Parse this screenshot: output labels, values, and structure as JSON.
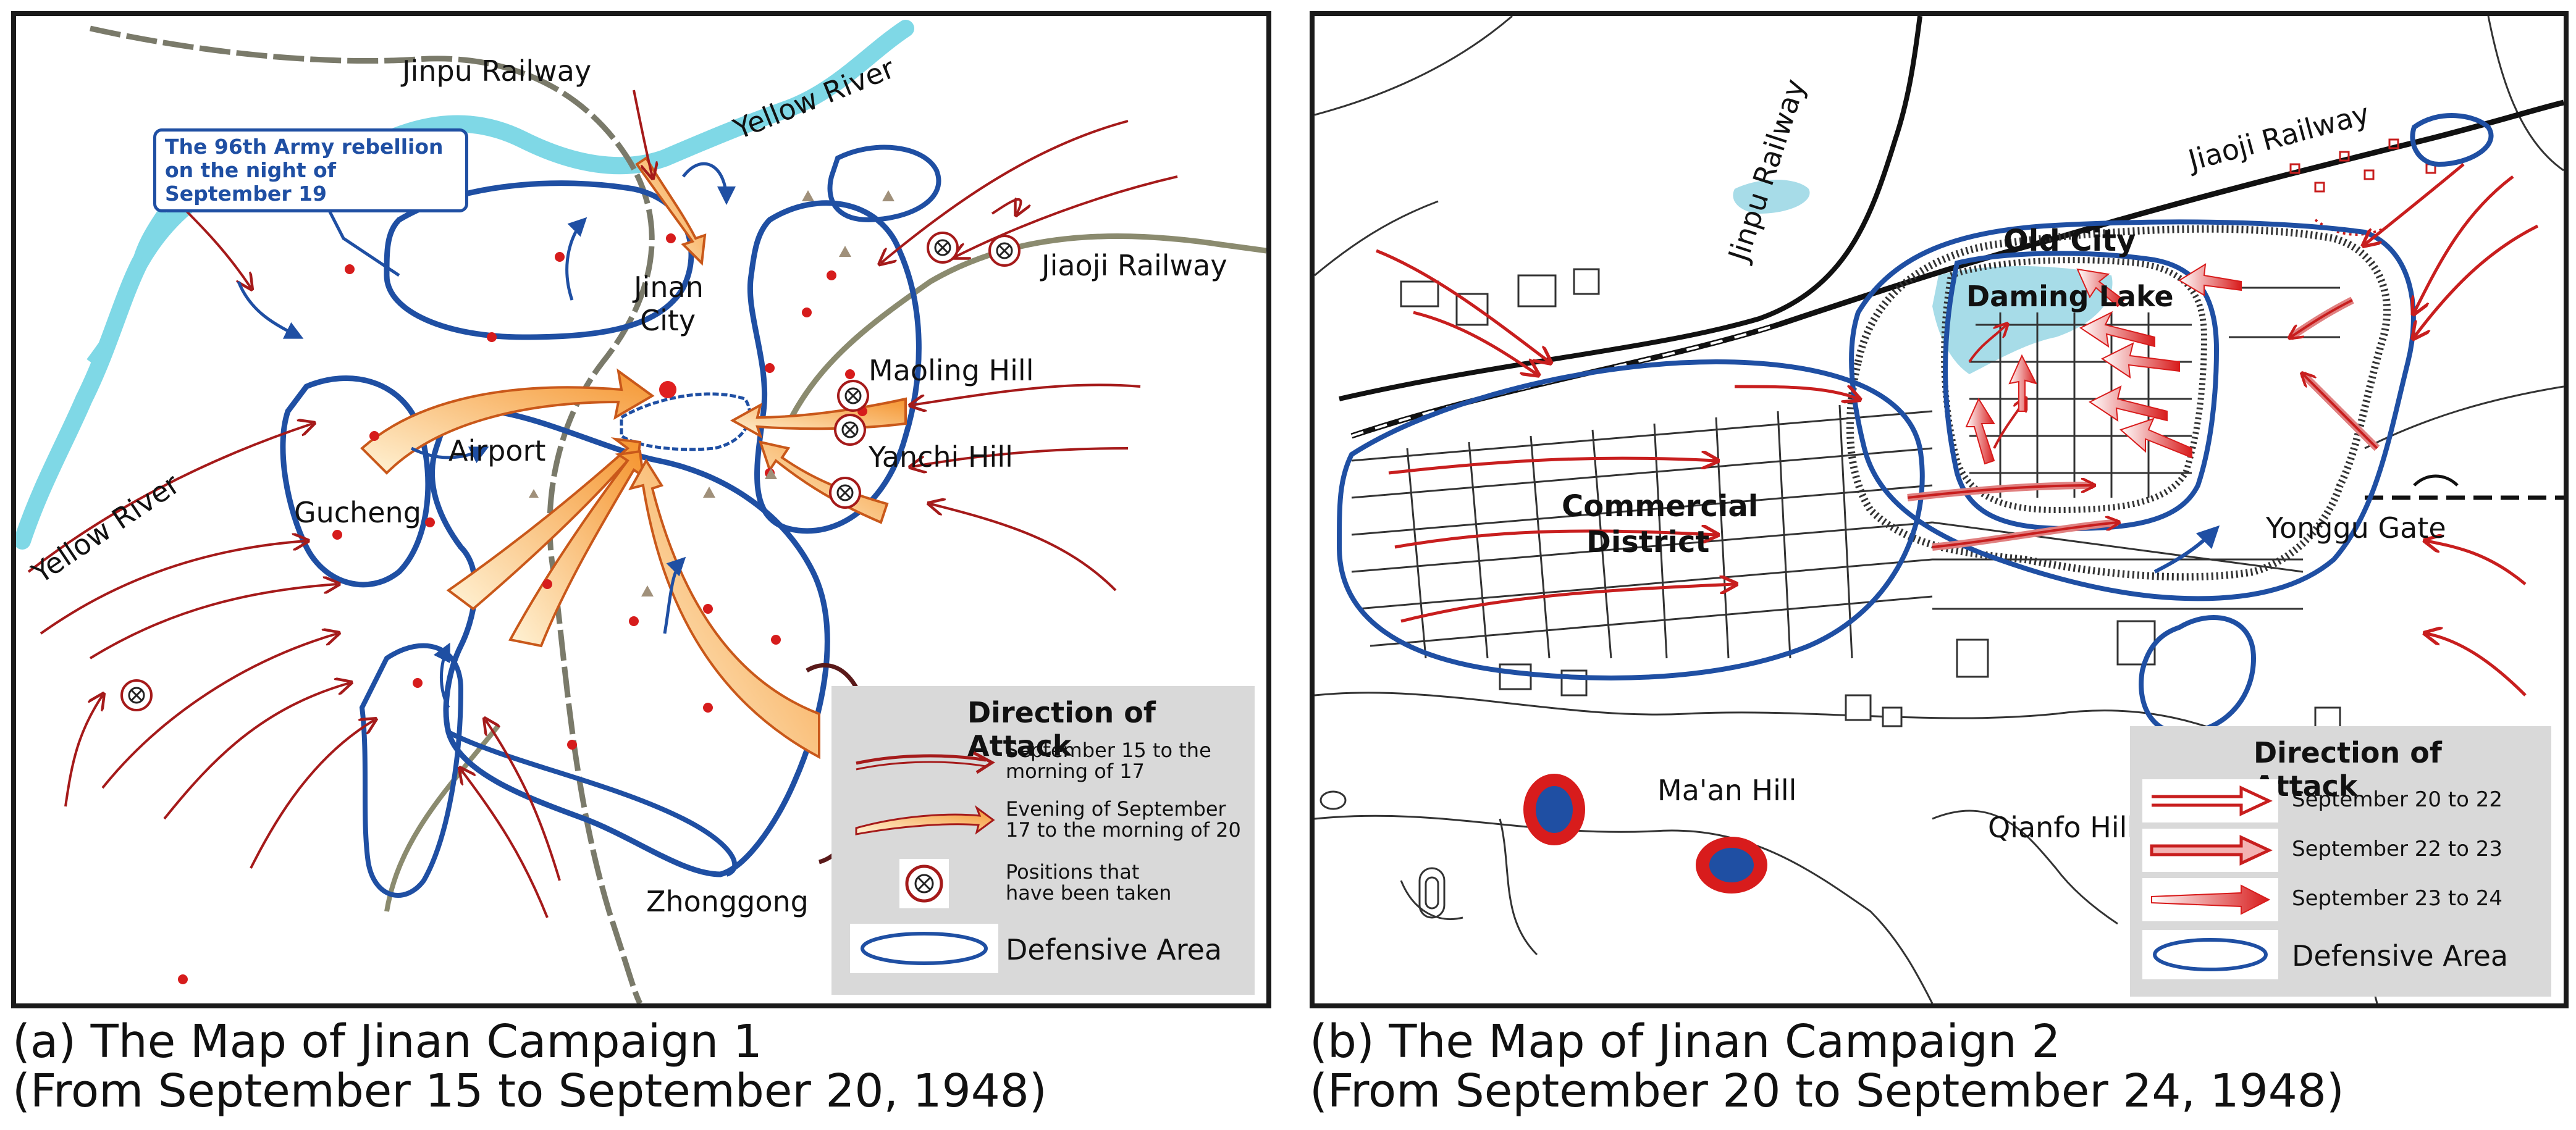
{
  "panel_a": {
    "labels": {
      "jinpu_railway": "Jinpu Railway",
      "yellow_river_top": "Yellow River",
      "yellow_river_left": "Yellow River",
      "jiaoji_railway": "Jiaoji Railway",
      "jinan_city": "Jinan\nCity",
      "airport": "Airport",
      "gucheng": "Gucheng",
      "maoling_hill": "Maoling Hill",
      "yanchi_hill": "Yanchi Hill",
      "zhonggong": "Zhonggong"
    },
    "callout": "The 96th Army rebellion on the night of September 19",
    "legend": {
      "title": "Direction of Attack",
      "items": [
        {
          "label": "September 15 to the morning of 17"
        },
        {
          "label": "Evening of September 17 to the morning of 20"
        },
        {
          "label": "Positions that have been taken"
        },
        {
          "label": "Defensive Area"
        }
      ]
    },
    "caption_line1": "(a) The Map of Jinan Campaign 1",
    "caption_line2": "(From September 15 to September 20, 1948)"
  },
  "panel_b": {
    "labels": {
      "jinpu_railway": "Jinpu Railway",
      "jiaoji_railway": "Jiaoji Railway",
      "old_city": "Old City",
      "daming_lake": "Daming Lake",
      "commercial_district": "Commercial\nDistrict",
      "yonggu_gate": "Yonggu Gate",
      "maan_hill": "Ma'an Hill",
      "qianfo_hill": "Qianfo Hill"
    },
    "legend": {
      "title": "Direction of Attack",
      "items": [
        {
          "label": "September 20 to 22"
        },
        {
          "label": "September 22 to 23"
        },
        {
          "label": "September 23 to 24"
        },
        {
          "label": "Defensive Area"
        }
      ]
    },
    "caption_line1": "(b) The Map of Jinan Campaign 2",
    "caption_line2": "(From September 20 to September 24, 1948)"
  },
  "colors": {
    "river": "#7fd8e6",
    "defensive": "#1f4fa3",
    "attack_dark": "#a51a1a",
    "attack_orange": "#f7a64a",
    "legend_bg": "#d9d9d9",
    "rail": "#7a7a6a"
  }
}
